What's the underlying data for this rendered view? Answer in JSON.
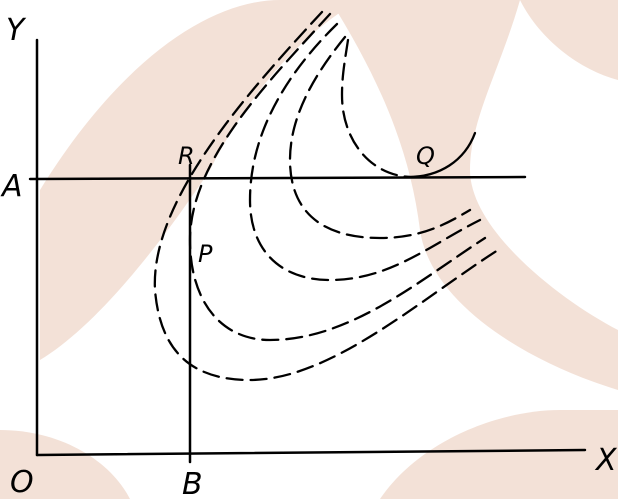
{
  "labels": {
    "y_axis": "Y",
    "x_axis": "X",
    "origin": "O",
    "point_a": "A",
    "point_b": "B",
    "point_r": "R",
    "point_p": "P",
    "point_q": "Q"
  },
  "colors": {
    "ink": "#000000",
    "watermark": "#f3e1d7"
  }
}
